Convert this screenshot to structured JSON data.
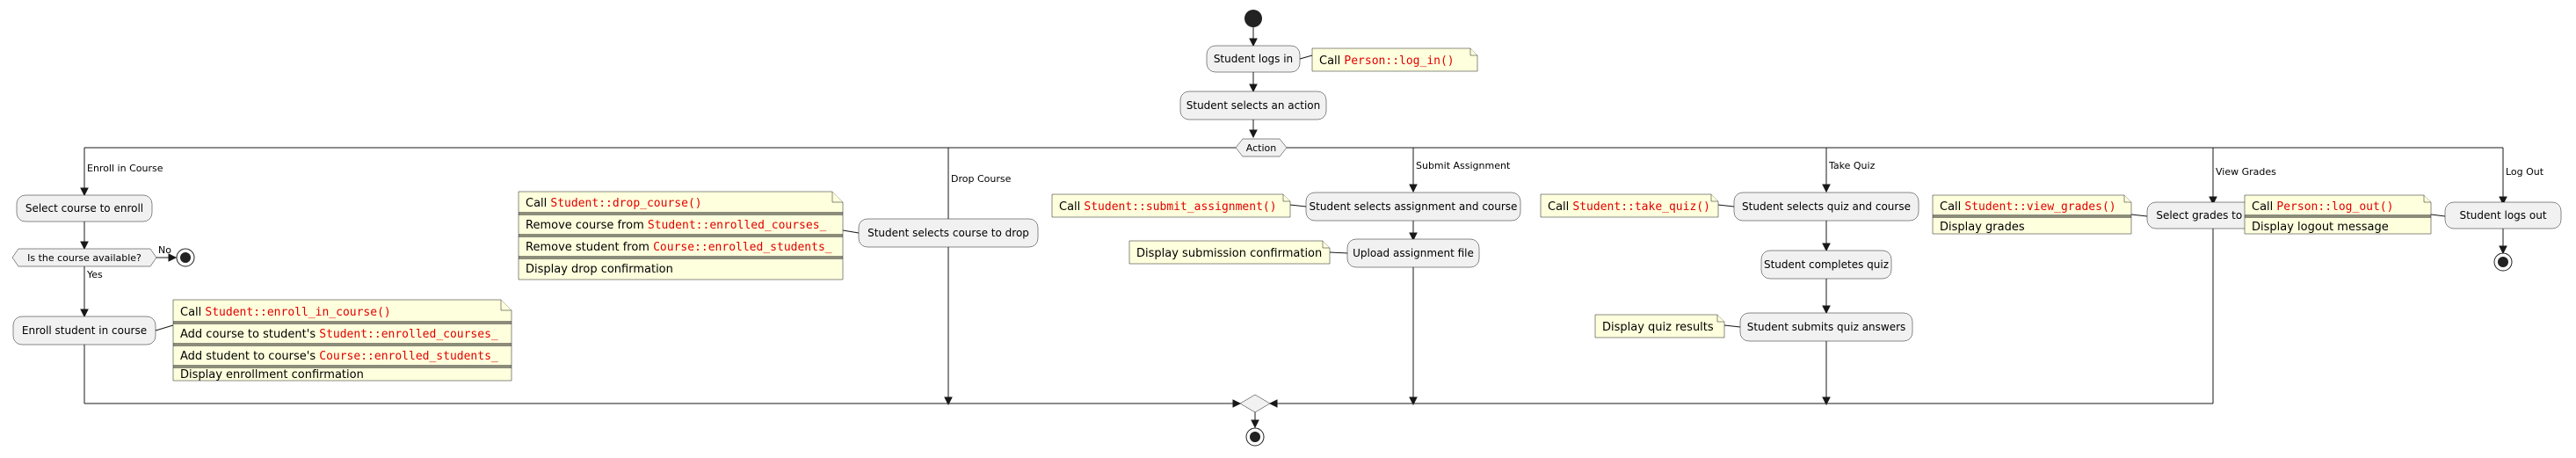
{
  "activities": {
    "logs_in": "Student logs in",
    "selects_action": "Student selects an action",
    "select_course": "Select course to enroll",
    "enroll_student": "Enroll student in course",
    "select_drop": "Student selects course to drop",
    "select_assignment": "Student selects assignment and course",
    "upload_file": "Upload assignment file",
    "select_quiz": "Student selects quiz and course",
    "complete_quiz": "Student completes quiz",
    "submit_quiz": "Student submits quiz answers",
    "select_grades": "Select grades to view",
    "logs_out": "Student logs out"
  },
  "decisions": {
    "action": "Action",
    "available": "Is the course available?"
  },
  "branches": {
    "enroll": "Enroll in Course",
    "drop": "Drop Course",
    "submit": "Submit Assignment",
    "quiz": "Take Quiz",
    "grades": "View Grades",
    "logout": "Log Out",
    "yes": "Yes",
    "no": "No"
  },
  "notes": {
    "login": {
      "call": "Call ",
      "method": "Person::log_in()"
    },
    "enroll": {
      "call": "Call ",
      "method": "Student::enroll_in_course()",
      "line2_a": "Add course to student's ",
      "line2_code": "Student::enrolled_courses_",
      "line3_a": "Add student to course's ",
      "line3_code": "Course::enrolled_students_",
      "line4": "Display enrollment confirmation"
    },
    "drop": {
      "call": "Call ",
      "method": "Student::drop_course()",
      "line2_a": "Remove course from ",
      "line2_code": "Student::enrolled_courses_",
      "line3_a": "Remove student from ",
      "line3_code": "Course::enrolled_students_",
      "line4": "Display drop confirmation"
    },
    "submit": {
      "call": "Call ",
      "method": "Student::submit_assignment()"
    },
    "submission_confirm": "Display submission confirmation",
    "quiz": {
      "call": "Call ",
      "method": "Student::take_quiz()"
    },
    "quiz_results": "Display quiz results",
    "grades": {
      "call": "Call ",
      "method": "Student::view_grades()",
      "line2": "Display grades"
    },
    "logout": {
      "call": "Call ",
      "method": "Person::log_out()",
      "line2": "Display logout message"
    }
  },
  "colors": {
    "activity_fill": "#f1f1f1",
    "note_fill": "#feffdd",
    "code_text": "#e20000",
    "line": "#181818"
  }
}
